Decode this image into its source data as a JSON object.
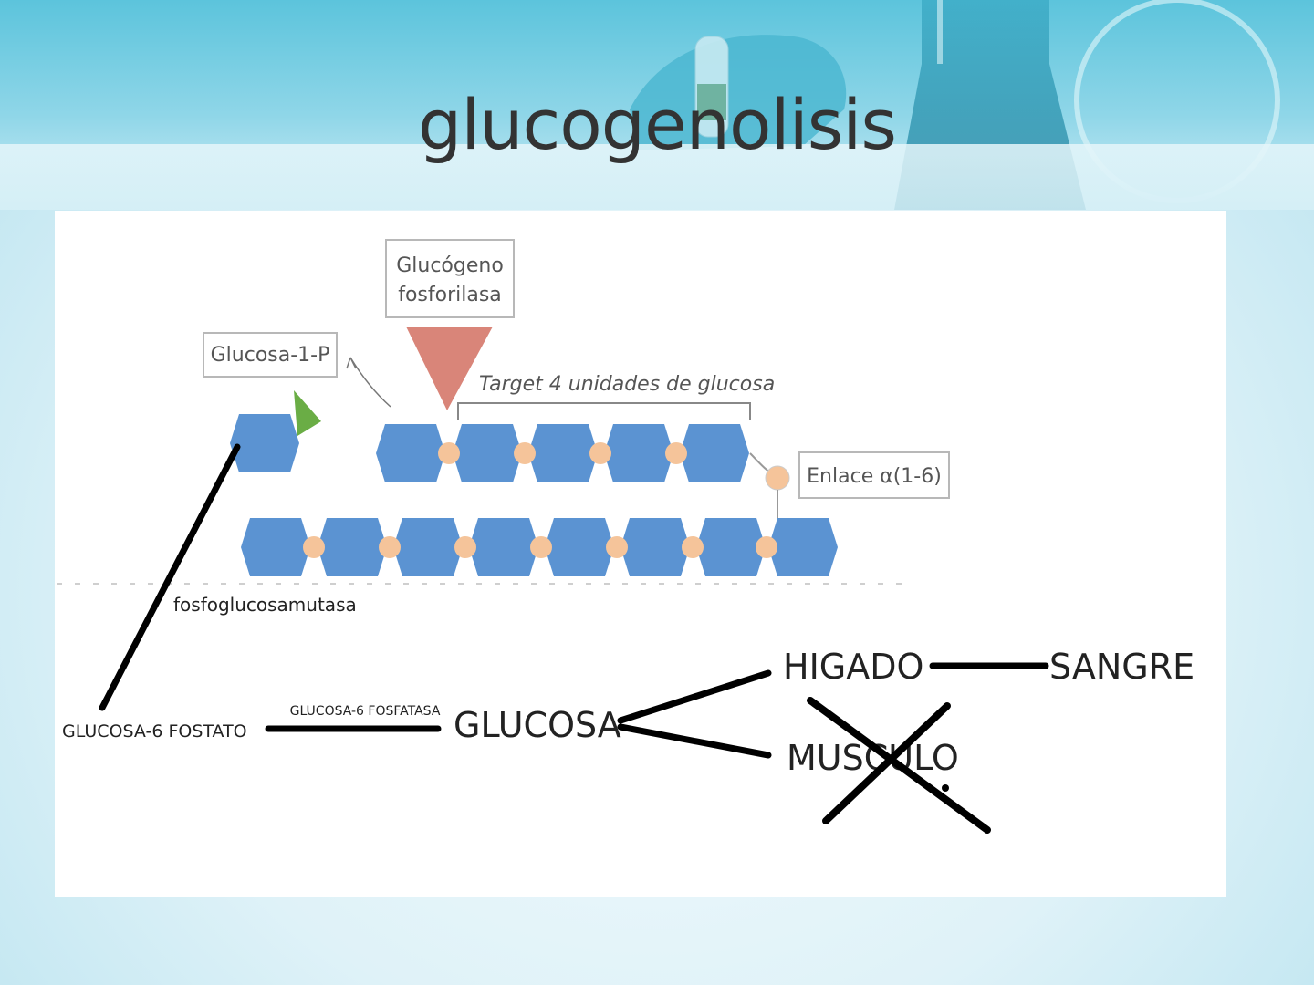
{
  "slide": {
    "title": "glucogenolisis"
  },
  "diagram": {
    "enzyme_box": [
      "Glucógeno",
      "fosforilasa"
    ],
    "product_box": "Glucosa-1-P",
    "target_label": "Target 4 unidades de glucosa",
    "bond_box": "Enlace α(1-6)",
    "mutase_label": "fosfoglucosamutasa",
    "g6p_label": "GLUCOSA-6 FOSTATO",
    "phosphatase_label": "GLUCOSA-6 FOSFATASA",
    "glucose_label": "GLUCOSA",
    "liver_label": "HIGADO",
    "blood_label": "SANGRE",
    "muscle_label": "MUSCULO"
  },
  "colors": {
    "hexagon": "#5b93d2",
    "bond": "#f5c49a",
    "enzyme": "#d98579",
    "green_marker": "#6aad45"
  }
}
